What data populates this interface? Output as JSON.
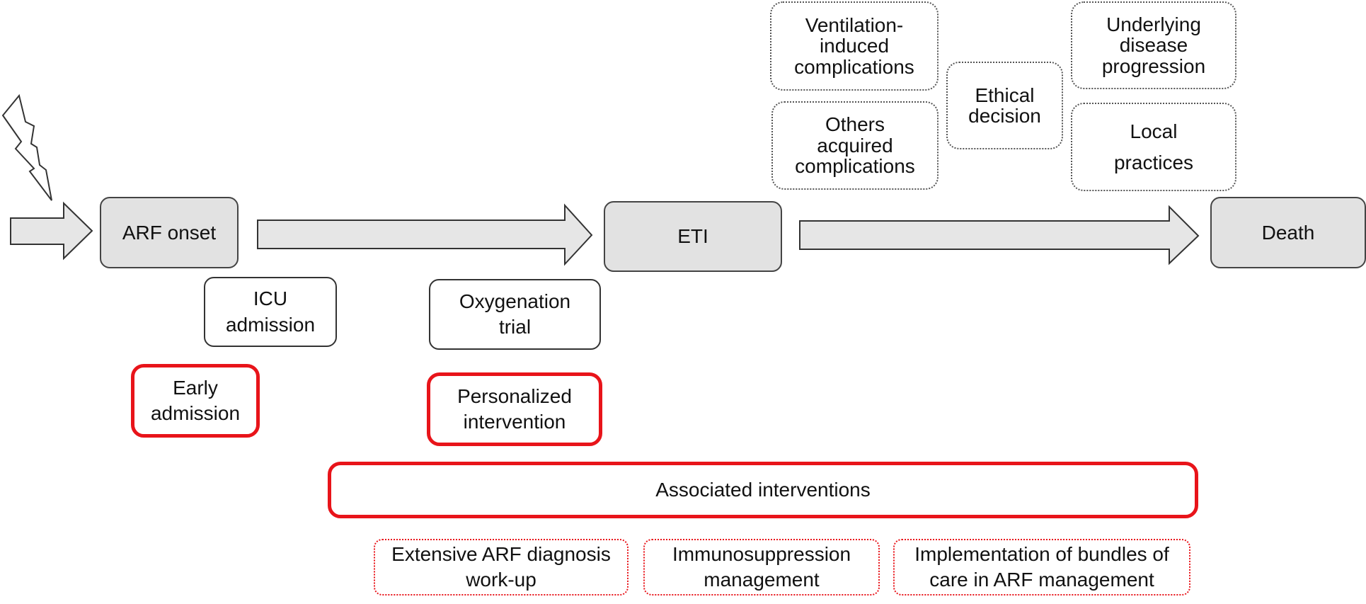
{
  "timeline": {
    "arf_onset": "ARF onset",
    "eti": "ETI",
    "death": "Death"
  },
  "milestones": {
    "icu_admission": "ICU\nadmission",
    "oxygenation_trial": "Oxygenation\ntrial"
  },
  "improvements": {
    "early_admission": "Early\nadmission",
    "personalized_intervention": "Personalized\nintervention",
    "associated_interventions": "Associated interventions"
  },
  "associated": [
    "Extensive ARF diagnosis\nwork-up",
    "Immunosuppression\nmanagement",
    "Implementation of bundles of\ncare in ARF management"
  ],
  "determinants": {
    "ventilation": "Ventilation-\ninduced\ncomplications",
    "others": "Others\nacquired\ncomplications",
    "ethical": "Ethical\ndecision",
    "underlying": "Underlying\ndisease\nprogression",
    "local": "Local\npractices"
  },
  "colors": {
    "red_accent": "#e8141a",
    "node_fill": "#e2e2e2",
    "arrow_fill": "#e6e6e6"
  },
  "icons": [
    "lightning-bolt-icon"
  ]
}
